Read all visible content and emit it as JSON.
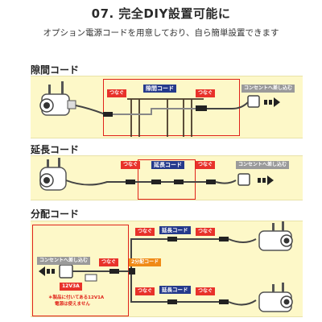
{
  "header": {
    "title": "07. 完全DIY設置可能に",
    "subtitle": "オプション電源コードを用意しており、自ら簡単設置できます"
  },
  "sections": {
    "gap": {
      "label": "隙間コード",
      "tag_connect_left": "つなぐ",
      "tag_cable": "隙間コード",
      "tag_connect_right": "つなぐ",
      "tag_outlet": "コンセントへ差し込む"
    },
    "extension": {
      "label": "延長コード",
      "tag_connect_left": "つなぐ",
      "tag_cable": "延長コード",
      "tag_connect_right": "つなぐ",
      "tag_outlet": "コンセントへ差し込む"
    },
    "splitter": {
      "label": "分配コード",
      "tag_outlet": "コンセントへ差し込む",
      "tag_connect_adapter": "つなぐ",
      "tag_splitter": "2分配コード",
      "tag_connect_top": "つなぐ",
      "tag_ext_top": "延長コード",
      "tag_connect_top2": "つなぐ",
      "tag_connect_bottom": "つなぐ",
      "tag_ext_bottom": "延長コード",
      "tag_connect_bottom2": "つなぐ",
      "adapter_rating": "12V3A",
      "note_line1": "＊製品に付いてある12V1A",
      "note_line2": "電源は使えません"
    }
  },
  "colors": {
    "panel": "#fdf8c8",
    "accent_red": "#e0231a",
    "tag_navy": "#253a8c",
    "tag_orange": "#f08a16"
  }
}
